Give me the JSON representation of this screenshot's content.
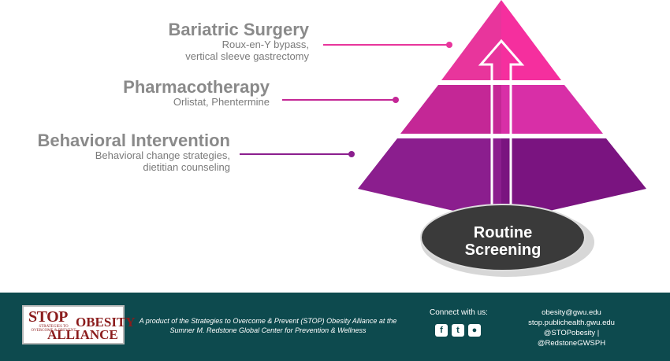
{
  "pyramid": {
    "tiers": [
      {
        "title": "Bariatric Surgery",
        "description_lines": [
          "Roux-en-Y bypass,",
          "vertical sleeve gastrectomy"
        ]
      },
      {
        "title": "Pharmacotherapy",
        "description_lines": [
          "Orlistat, Phentermine"
        ]
      },
      {
        "title": "Behavioral Intervention",
        "description_lines": [
          "Behavioral change strategies,",
          "dietitian counseling"
        ]
      }
    ],
    "base_lines": [
      "Routine",
      "Screening"
    ],
    "colors": {
      "top_left": "#e8359c",
      "top_right": "#f52f9e",
      "mid_left": "#c42796",
      "mid_right": "#d82fa7",
      "bottom_left": "#8b1e8e",
      "bottom_right": "#7a1480",
      "base_fill": "#3a3a3a",
      "connector_top": "#e8359c",
      "connector_mid": "#c42796",
      "connector_bottom": "#8b1e8e"
    }
  },
  "footer": {
    "logo": {
      "stop": "STOP",
      "obesity": "OBESITY",
      "strategies": "STRATEGIES TO OVERCOME & PREVENT",
      "alliance": "ALLIANCE"
    },
    "product_lines": [
      "A product of the Strategies to Overcome & Prevent (STOP) Obesity Alliance at the",
      "Sumner M. Redstone Global Center for Prevention & Wellness"
    ],
    "connect_label": "Connect with us:",
    "social_icons": [
      "facebook-icon",
      "twitter-icon",
      "flickr-icon"
    ],
    "contact": [
      "obesity@gwu.edu",
      "stop.publichealth.gwu.edu",
      "@STOPobesity | @RedstoneGWSPH"
    ],
    "background": "#0d4a4e"
  }
}
